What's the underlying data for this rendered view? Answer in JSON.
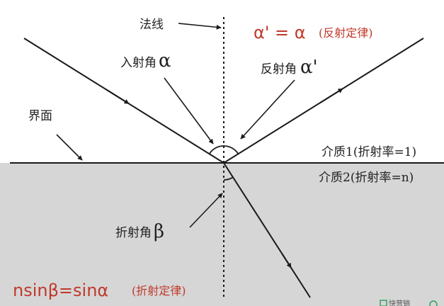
{
  "labels": {
    "normal": "法线",
    "incident_angle": "入射角",
    "reflection_angle": "反射角",
    "interface": "界面",
    "medium1": "介质1(折射率=1)",
    "medium2": "介质2(折射率=n)",
    "refraction_angle": "折射角"
  },
  "symbols": {
    "alpha": "α",
    "alpha_prime": "α'",
    "beta": "β"
  },
  "laws": {
    "reflection_formula": "α' = α",
    "reflection_name": "(反射定律)",
    "refraction_formula": "nsinβ=sinα",
    "refraction_name": "(折射定律)"
  },
  "watermark": {
    "text": "快营销"
  },
  "colors": {
    "accent_red": "#c0392b",
    "medium2_fill": "#d6d6d6",
    "line": "#1a1a1a"
  }
}
